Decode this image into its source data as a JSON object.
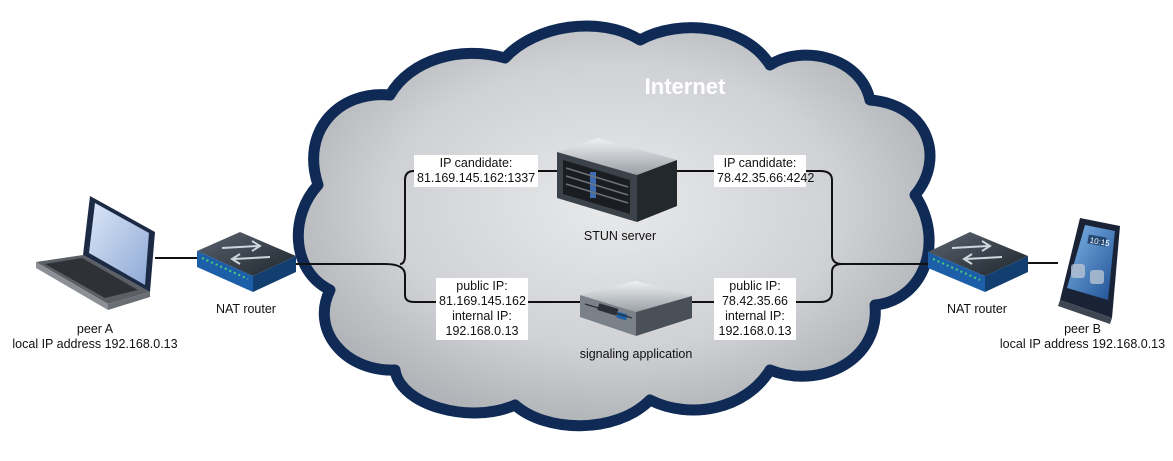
{
  "cloud": {
    "title": "Internet",
    "fill_color": "#c9cbce",
    "border_color": "#0f2a55"
  },
  "peers": [
    {
      "name": "peer A",
      "address": "local IP address 192.168.0.13"
    },
    {
      "name": "peer B",
      "address": "local IP address 192.168.0.13"
    }
  ],
  "routers": [
    {
      "label": "NAT router"
    },
    {
      "label": "NAT router"
    }
  ],
  "stun": {
    "label": "STUN server",
    "left_candidate": {
      "title": "IP candidate:",
      "value": "81.169.145.162:1337"
    },
    "right_candidate": {
      "title": "IP candidate:",
      "value": "78.42.35.66:4242"
    }
  },
  "signaling": {
    "label": "signaling application",
    "left": {
      "public_title": "public IP:",
      "public_value": "81.169.145.162",
      "internal_title": "internal IP:",
      "internal_value": "192.168.0.13"
    },
    "right": {
      "public_title": "public IP:",
      "public_value": "78.42.35.66",
      "internal_title": "internal IP:",
      "internal_value": "192.168.0.13"
    }
  },
  "phone": {
    "clock": "10:15"
  },
  "icons": [
    "laptop-icon",
    "router-icon",
    "server-icon",
    "rack-appliance-icon",
    "smartphone-icon"
  ],
  "colors": {
    "line": "#111111",
    "device_dark": "#2a2f36",
    "router_accent": "#1c5fa8"
  }
}
